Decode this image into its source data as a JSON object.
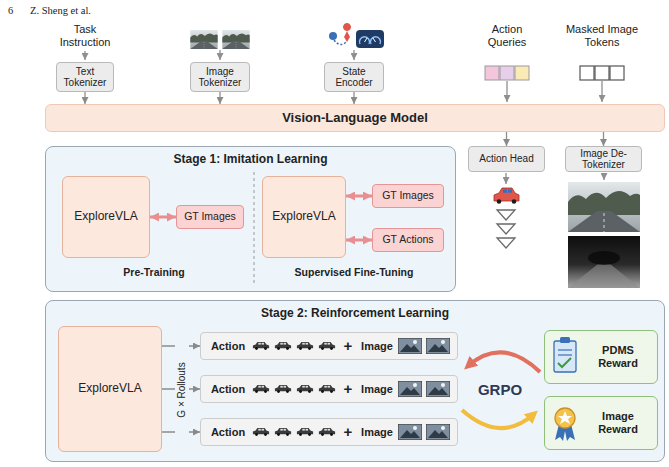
{
  "diagram": {
    "nodes": [
      {
        "text": [
          "Text Tokenizer"
        ]
      },
      {
        "text": [
          "Image Tokenizer"
        ]
      },
      {
        "text": [
          "State Encoder"
        ]
      },
      {
        "text": [
          "Vision-Language Model"
        ]
      },
      {
        "text": [
          "Stage 1: Imitation Learning",
          "Pre-Training",
          "Supervised Fine-Tuning"
        ]
      },
      {
        "text": [
          "ExploreVLA"
        ],
        "in": 4
      },
      {
        "text": [
          "GT Images"
        ],
        "in": 4
      },
      {
        "text": [
          "ExploreVLA"
        ],
        "in": 4
      },
      {
        "text": [
          "GT Images"
        ],
        "in": 4
      },
      {
        "text": [
          "GT Actions"
        ],
        "in": 4
      },
      {
        "text": [
          "Action Head"
        ]
      },
      {
        "text": [
          "Image De-Tokenizer"
        ]
      },
      {
        "text": [
          "Stage 2: Reinforcement Learning",
          "G × Rollouts",
          "GRPO"
        ]
      },
      {
        "text": [
          "ExploreVLA"
        ],
        "in": 12
      },
      {
        "text": [
          "Action",
          "+",
          "Image"
        ],
        "in": 12
      },
      {
        "text": [
          "Action",
          "+",
          "Image"
        ],
        "in": 12
      },
      {
        "text": [
          "Action",
          "+",
          "Image"
        ],
        "in": 12
      },
      {
        "text": [
          "PDMS Reward"
        ],
        "in": 12
      },
      {
        "text": [
          "Image Reward"
        ],
        "in": 12
      }
    ],
    "edges": [
      {
        "from": 0,
        "to": 3,
        "arrow": "to"
      },
      {
        "from": 1,
        "to": 3,
        "arrow": "to"
      },
      {
        "from": 2,
        "to": 3,
        "arrow": "to"
      },
      {
        "from": 3,
        "to": 10,
        "arrow": "to"
      },
      {
        "from": 3,
        "to": 11,
        "arrow": "to"
      },
      {
        "from": 5,
        "to": 6,
        "arrow": "both"
      },
      {
        "from": 7,
        "to": 8,
        "arrow": "both"
      },
      {
        "from": 7,
        "to": 9,
        "arrow": "both"
      },
      {
        "from": 13,
        "to": 14,
        "arrow": "to"
      },
      {
        "from": 13,
        "to": 15,
        "arrow": "to"
      },
      {
        "from": 13,
        "to": 16,
        "arrow": "to"
      }
    ],
    "labels": [
      "6",
      "Z. Sheng et al.",
      "Task Instruction",
      "Action Queries",
      "Masked Image Tokens"
    ]
  }
}
